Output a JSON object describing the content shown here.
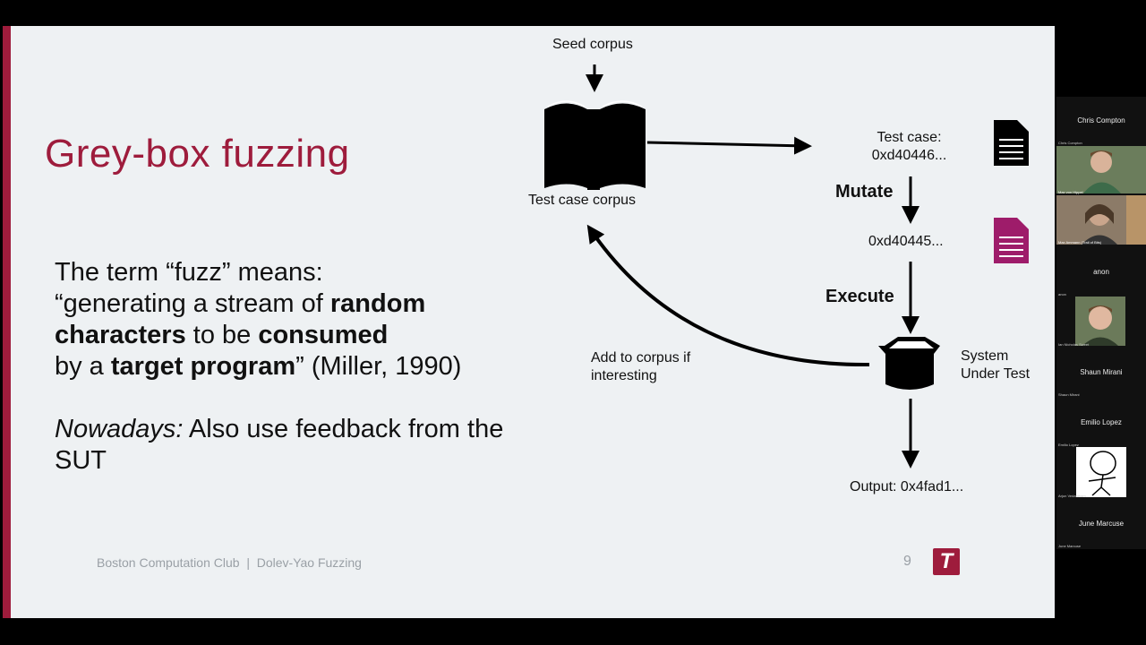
{
  "slide": {
    "title": "Grey-box fuzzing",
    "body": {
      "line1": "The term “fuzz” means:",
      "line2_pre": "“generating a stream of ",
      "line2_bold": "random",
      "line3_bold": "characters",
      "line3_mid": " to be ",
      "line3_bold2": "consumed",
      "line4_pre": "by a ",
      "line4_bold": "target program",
      "line4_post": "” (Miller, 1990)",
      "nowadays_label": "Nowadays:",
      "nowadays_text": " Also use feedback from the SUT"
    },
    "footer": "Boston Computation Club  |  Dolev-Yao Fuzzing",
    "page_number": "9",
    "logo_letter": "T",
    "accent_color": "#9e1c3c"
  },
  "diagram": {
    "seed_corpus": "Seed corpus",
    "test_case_corpus": "Test case corpus",
    "test_case_label": "Test case:",
    "test_case_value": "0xd40446...",
    "mutate": "Mutate",
    "mutated_value": "0xd40445...",
    "execute": "Execute",
    "system_under_test_1": "System",
    "system_under_test_2": "Under Test",
    "add_to_corpus_1": "Add to corpus if",
    "add_to_corpus_2": "interesting",
    "output": "Output: 0x4fad1..."
  },
  "participants": [
    {
      "name": "Chris Compton",
      "sub": "Chris Compton"
    },
    {
      "name": "",
      "sub": "Max von Hippel"
    },
    {
      "name": "",
      "sub": "Max Ammann (Trail of Bits)"
    },
    {
      "name": "anon",
      "sub": "anon"
    },
    {
      "name": "",
      "sub": "Ian Nicholas Sweet"
    },
    {
      "name": "Shaun Mirani",
      "sub": "Shaun Mirani"
    },
    {
      "name": "Emilio Lopez",
      "sub": "Emilio Lopez"
    },
    {
      "name": "",
      "sub": "Arjun Vedantham"
    },
    {
      "name": "June Marcuse",
      "sub": "June Marcuse"
    }
  ]
}
